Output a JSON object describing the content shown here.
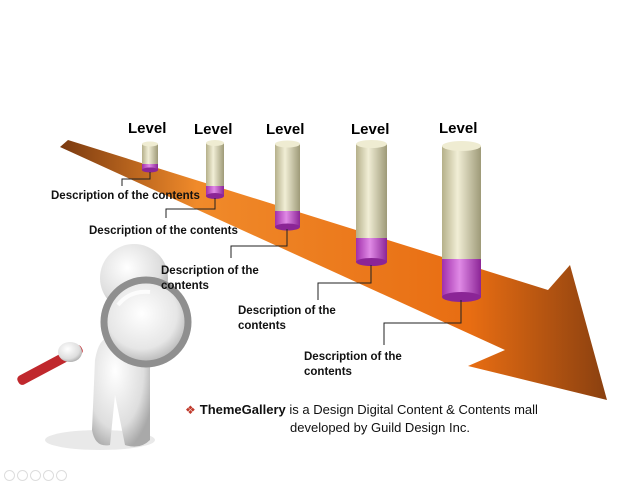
{
  "levels": [
    {
      "label": "Level",
      "description": "Description of the contents"
    },
    {
      "label": "Level",
      "description": "Description of the contents"
    },
    {
      "label": "Level",
      "description": "Description of the contents"
    },
    {
      "label": "Level",
      "description": "Description of the contents"
    },
    {
      "label": "Level",
      "description": "Description of the contents"
    }
  ],
  "footer": {
    "brand": "ThemeGallery",
    "line1_rest": " is a Design Digital Content & Contents mall",
    "line2": "developed by Guild Design Inc."
  },
  "colors": {
    "arrow": "#ee7a1c",
    "cylinder_body": "#d8d4b0",
    "cylinder_fill": "#c64fcf",
    "magnifier_handle": "#c0282d"
  },
  "icons": [
    "magnifying-glass-figure",
    "diamond-bullet-icon"
  ]
}
